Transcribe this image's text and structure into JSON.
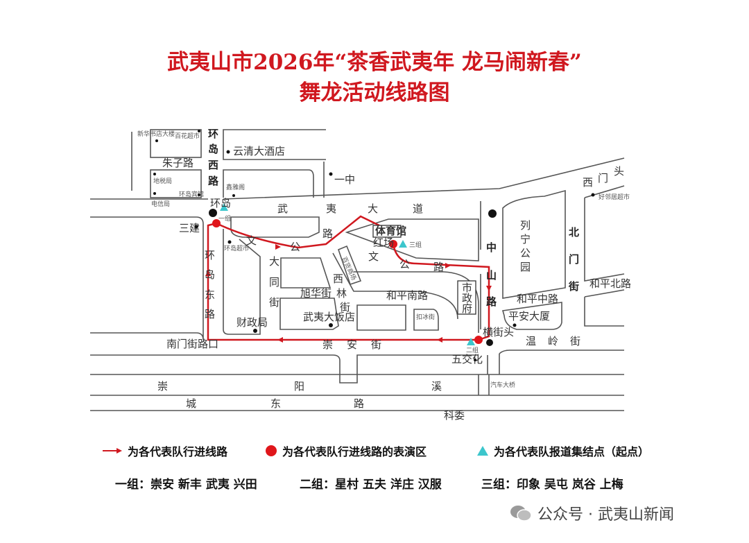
{
  "title": {
    "line1": "武夷山市2026年“茶香武夷年 龙马闹新春”",
    "line2": "舞龙活动线路图"
  },
  "colors": {
    "route": "#d0181f",
    "stage": "#e0161b",
    "start": "#3cc6cc"
  },
  "map": {
    "roads": {
      "huandao_xi": [
        "环",
        "岛",
        "西",
        "路"
      ],
      "huandao_dong": [
        "环",
        "岛",
        "东",
        "路"
      ],
      "wuyi_dadao": [
        "武",
        "夷",
        "大",
        "道"
      ],
      "wengong_lu_w": [
        "文",
        "公",
        "路"
      ],
      "wengong_lu_e": [
        "文",
        "公",
        "路"
      ],
      "zhongshan_lu": [
        "中",
        "山",
        "路"
      ],
      "beimen_jie": [
        "北",
        "门",
        "街"
      ],
      "chongan_jie": [
        "崇",
        "安",
        "街"
      ],
      "xilin_jie": [
        "西",
        "林",
        "街"
      ],
      "datong_jie": [
        "大",
        "同",
        "街"
      ],
      "wenling_jie": [
        "温",
        "岭",
        "街"
      ],
      "chongyang_xi": [
        "崇",
        "阳",
        "溪"
      ],
      "chengdong_lu": [
        "城",
        "东",
        "路"
      ],
      "ximen_tou": [
        "西",
        "门",
        "头"
      ],
      "zhuzi_lu": "朱子路",
      "xuhua_jie": "旭华街",
      "heping_nan_lu": "和平南路",
      "heping_zhong_lu": "和平中路",
      "heping_bei_lu": "和平北路",
      "zhaobing_jie": "扣冰街",
      "nanmen_jie_kou": "南门街路口",
      "yangchang_cun": "汽车大桥"
    },
    "places": {
      "huandao": "环岛",
      "sanjian": "三建",
      "yizhong": "一中",
      "yunqing": "云清大酒店",
      "baihua": "百花超市",
      "xinhua": "新华书店大楼",
      "dishui": "地税局",
      "huandao_binguan": "环岛宾馆",
      "dianxin": "电信局",
      "xinyage": "鑫雅阁",
      "huandao_chaoshi": "环岛超市",
      "caizheng": "财政局",
      "wuyi_fandian": "武夷大饭店",
      "tiyuguan": "体育馆",
      "hongchang": "红场",
      "shizhengfu": [
        "市",
        "政",
        "府"
      ],
      "liening": [
        "列",
        "宁",
        "公",
        "园"
      ],
      "pingan": "平安大厦",
      "haolinju": "好邻居超市",
      "hengjietou": "横街头",
      "wujiaohua": "五交化",
      "keji": "科委",
      "shangmao": "百货商场"
    },
    "groups": {
      "g1": "一组",
      "g2": "二组",
      "g3": "三组"
    }
  },
  "legend": {
    "route": "为各代表队行进线路",
    "stage": "为各代表队行进线路的表演区",
    "start": "为各代表队报道集结点（起点）"
  },
  "teams": [
    "一组：崇安 新丰 武夷 兴田",
    "二组：星村 五夫 洋庄 汉服",
    "三组：印象 吴屯 岚谷 上梅"
  ],
  "watermark": {
    "text": "公众号 · 武夷山新闻",
    "icon": "wechat-icon"
  }
}
